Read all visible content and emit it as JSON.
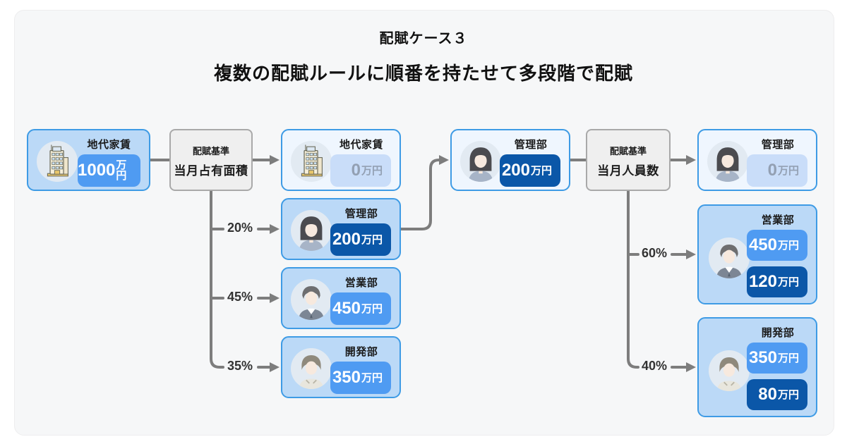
{
  "header": {
    "case_label": "配賦ケース３",
    "title": "複数の配賦ルールに順番を持たせて多段階で配賦"
  },
  "stage1": {
    "source": {
      "label": "地代家賃",
      "value": "1000",
      "unit": "万円",
      "icon": "building-icon"
    },
    "basis": {
      "caption": "配賦基準",
      "name": "当月占有面積"
    },
    "residual": {
      "label": "地代家賃",
      "value": "0",
      "unit": "万円",
      "icon": "building-icon"
    },
    "alloc": [
      {
        "percent": "20%",
        "label": "管理部",
        "value": "200",
        "unit": "万円",
        "icon": "person-woman-icon"
      },
      {
        "percent": "45%",
        "label": "営業部",
        "value": "450",
        "unit": "万円",
        "icon": "person-man-icon"
      },
      {
        "percent": "35%",
        "label": "開発部",
        "value": "350",
        "unit": "万円",
        "icon": "person-dev-icon"
      }
    ]
  },
  "stage2": {
    "source": {
      "label": "管理部",
      "value": "200",
      "unit": "万円",
      "icon": "person-woman-icon"
    },
    "basis": {
      "caption": "配賦基準",
      "name": "当月人員数"
    },
    "residual": {
      "label": "管理部",
      "value": "0",
      "unit": "万円",
      "icon": "person-woman-icon"
    },
    "alloc": [
      {
        "percent": "60%",
        "label": "営業部",
        "value1": "450",
        "unit1": "万円",
        "value2": "120",
        "unit2": "万円",
        "icon": "person-man-icon"
      },
      {
        "percent": "40%",
        "label": "開発部",
        "value1": "350",
        "unit1": "万円",
        "value2": "80",
        "unit2": "万円",
        "icon": "person-dev-icon"
      }
    ]
  },
  "colors": {
    "panel_bg": "#f6f7f8",
    "box_border": "#3e9be5",
    "box_blue": "#bbd9f7",
    "box_pale": "#eff6fe",
    "chip_mid_blue": "#4f9bf2",
    "chip_dark_blue": "#0b57a8",
    "chip_faded": "#c9ddf9",
    "basis_bg": "#efefef",
    "basis_border": "#a9a9a9",
    "connector": "#7d7d7d"
  }
}
